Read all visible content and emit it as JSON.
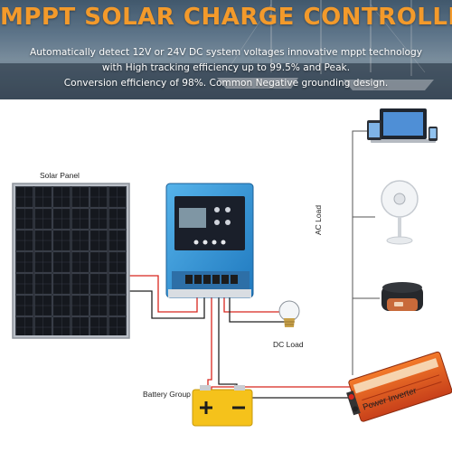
{
  "banner": {
    "title": "MPPT SOLAR CHARGE CONTROLLER",
    "line1": "Automatically detect 12V or 24V DC system voltages innovative mppt technology",
    "line2": "with High tracking efficiency up to 99.5% and Peak.",
    "line3": "Conversion efficiency of 98%. Common Negative grounding design."
  },
  "labels": {
    "solar_panel": "Solar Panel",
    "ac_load": "AC Load",
    "dc_load": "DC Load",
    "battery_group": "Battery Group",
    "power_inverter": "Power Inverter"
  },
  "colors": {
    "title_orange": "#f39a2b",
    "controller_blue": "#2f8fd3",
    "wire_red": "#d8261e",
    "wire_black": "#222222",
    "battery_yellow": "#f5c21b",
    "inverter_orange": "#e2561c"
  }
}
